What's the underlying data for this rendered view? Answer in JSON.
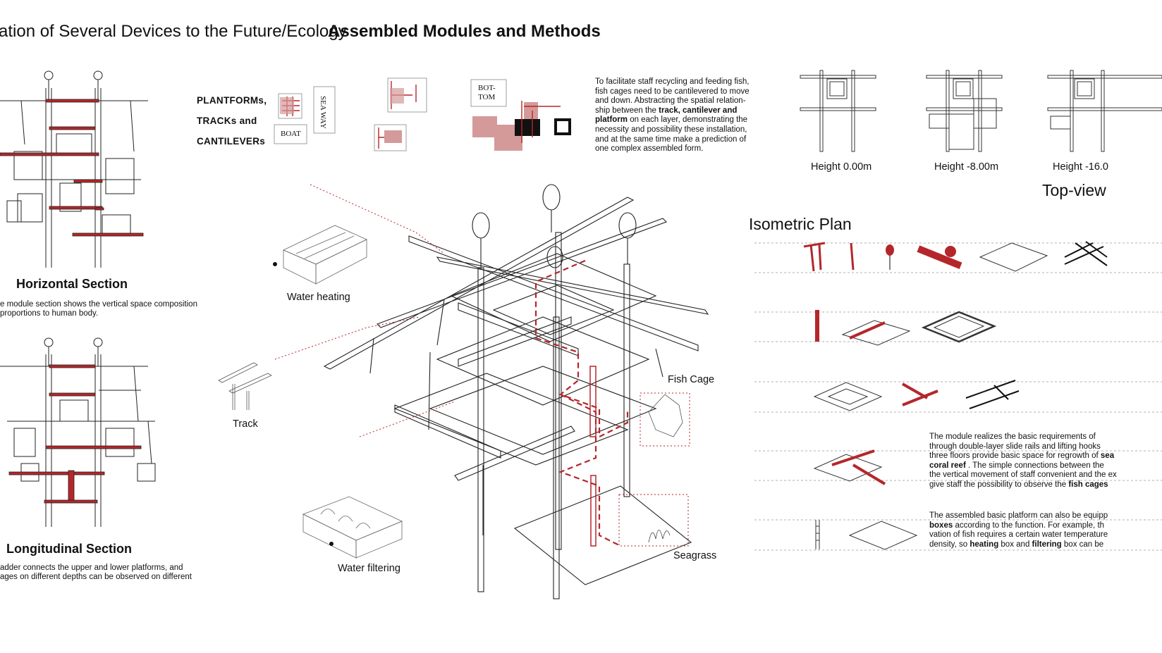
{
  "header": {
    "title_left": "ation of Several Devices to the Future/Ecology",
    "title_right": "Assembled Modules and Methods"
  },
  "left": {
    "horizontal_title": "Horizontal Section",
    "horizontal_desc_1": "e module section shows the vertical space composition",
    "horizontal_desc_2": "proportions to human body.",
    "longitudinal_title": "Longitudinal Section",
    "longitudinal_desc_1": "adder connects the upper and lower platforms, and",
    "longitudinal_desc_2": "ages on different depths can be observed on different"
  },
  "legend": {
    "line1": "PLANTFORMs,",
    "line2": "TRACKs and",
    "line3": "CANTILEVERs",
    "boat": "BOAT",
    "sea_way": "SEA WAY",
    "bottom": "BOT-\nTOM"
  },
  "intro_text": {
    "l1": "To facilitate staff recycling and feeding fish,",
    "l2": "fish cages need to be cantilevered to move up",
    "l3": "and down. Abstracting the spatial relation-",
    "l4a": "ship between the ",
    "l4b": "track, cantilever and",
    "l5a": "platform",
    "l5b": " on each layer, demonstrating the",
    "l6": "necessity and possibility these installation,",
    "l7": "and at the same time make a prediction of",
    "l8": "one complex assembled form."
  },
  "labels": {
    "water_heating": "Water heating",
    "track": "Track",
    "water_filtering": "Water filtering",
    "fish_cage": "Fish Cage",
    "seagrass": "Seagrass"
  },
  "topview": {
    "h1": "Height 0.00m",
    "h2": "Height -8.00m",
    "h3": "Height -16.0",
    "title": "Top-view"
  },
  "iso": {
    "title": "Isometric Plan"
  },
  "para1": {
    "l1": "The module realizes the basic requirements of",
    "l2": "through double-layer slide rails and lifting hooks",
    "l3a": "three floors provide basic space for regrowth of ",
    "l3b": "sea",
    "l4a": "coral reef",
    "l4b": " . The simple connections between the",
    "l5": "the vertical movement of staff convenient and the ex",
    "l6a": "give staff the possibility to observe the ",
    "l6b": "fish cages"
  },
  "para2": {
    "l1": "The assembled basic platform can also be equipp",
    "l2a": "boxes",
    "l2b": " according to the function. For example, th",
    "l3": "vation of fish requires a certain water temperature",
    "l4a": "density, so ",
    "l4b": "heating",
    "l4c": " box and ",
    "l4d": "filtering",
    "l4e": " box can be"
  },
  "colors": {
    "accent_red": "#b5262b",
    "light_red": "#d49a9a",
    "line": "#222222"
  }
}
